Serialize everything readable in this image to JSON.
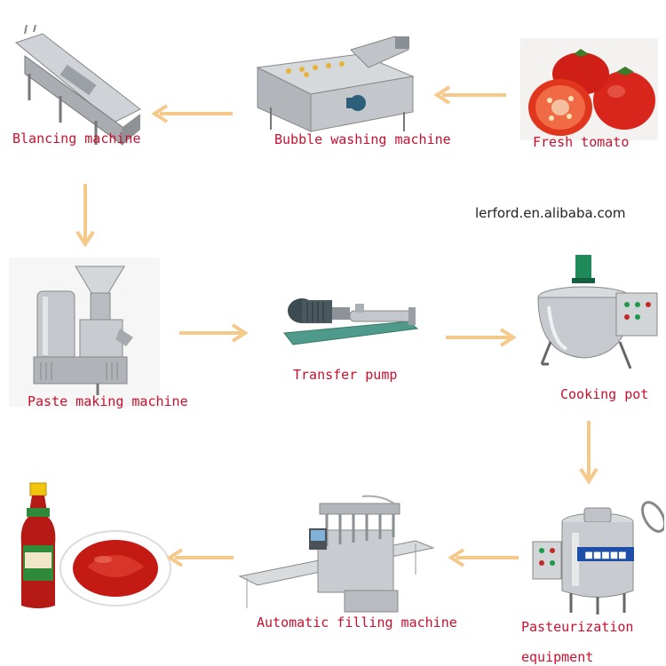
{
  "steps": {
    "fresh_tomato": "Fresh tomato",
    "bubble_washing": "Bubble washing machine",
    "blanching": "Blancing machine",
    "paste_making": "Paste making machine",
    "transfer_pump": "Transfer pump",
    "cooking_pot": "Cooking pot",
    "pasteurization_line1": "Pasteurization",
    "pasteurization_line2": "equipment",
    "filling": "Automatic filling machine"
  },
  "watermark": "lerford.en.alibaba.com",
  "colors": {
    "label": "#c8102e",
    "arrow": "#f5c98a",
    "steel": "#b9bcc0",
    "tomato": "#d8261c",
    "sauce": "#c41a14"
  },
  "icons": {
    "fresh_tomato": "tomato-icon",
    "bubble_washing": "washing-machine-icon",
    "blanching": "blanching-machine-icon",
    "paste_making": "colloid-mill-icon",
    "transfer_pump": "pump-icon",
    "cooking_pot": "jacketed-kettle-icon",
    "pasteurization": "pasteurizer-tank-icon",
    "filling": "filling-machine-icon",
    "ketchup": "ketchup-bottle-icon"
  }
}
